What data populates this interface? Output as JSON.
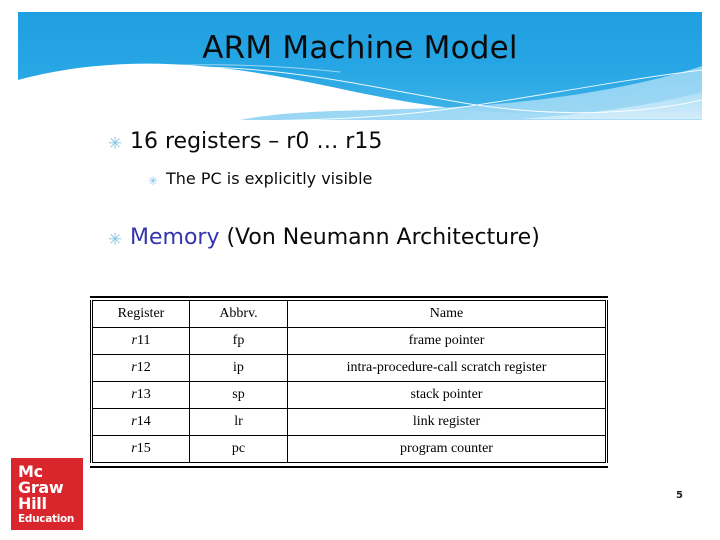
{
  "slide": {
    "title": "ARM Machine Model",
    "page_number": "5"
  },
  "bullets": [
    {
      "level": 1,
      "glyph": "bullet-asterisk-icon",
      "glyph_char": "✳",
      "text": "16 registers – r0 … r15"
    },
    {
      "level": 2,
      "glyph": "bullet-asterisk-icon",
      "glyph_char": "✳",
      "text": "The PC is explicitly visible"
    }
  ],
  "memory_bullet": {
    "glyph_char": "✳",
    "accent_word": "Memory",
    "accent_color": "#3434AD",
    "rest_text": " (Von Neumann Architecture)"
  },
  "table": {
    "headers": [
      "Register",
      "Abbrv.",
      "Name"
    ],
    "rows": [
      {
        "register_prefix": "r",
        "register_number": "11",
        "abbrv": "fp",
        "name": "frame pointer"
      },
      {
        "register_prefix": "r",
        "register_number": "12",
        "abbrv": "ip",
        "name": "intra-procedure-call scratch register"
      },
      {
        "register_prefix": "r",
        "register_number": "13",
        "abbrv": "sp",
        "name": "stack pointer"
      },
      {
        "register_prefix": "r",
        "register_number": "14",
        "abbrv": "lr",
        "name": "link register"
      },
      {
        "register_prefix": "r",
        "register_number": "15",
        "abbrv": "pc",
        "name": "program counter"
      }
    ]
  },
  "logo": {
    "line1": "Mc",
    "line2": "Graw",
    "line3": "Hill",
    "line4": "Education",
    "background": "#D8262C"
  },
  "theme": {
    "banner_blue_dark": "#1CA2E2",
    "banner_blue_mid": "#79CBF0",
    "banner_blue_light": "#BFE5F9",
    "bullet_color": "#7FC6E8"
  }
}
